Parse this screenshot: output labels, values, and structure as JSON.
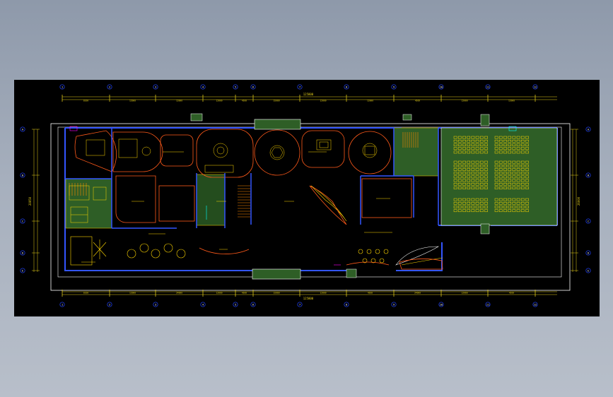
{
  "drawing": {
    "background": "#000000",
    "colors": {
      "wall": "#3355ff",
      "outline": "#ffffff",
      "furniture": "#ffd700",
      "room_outline": "#ff5a1a",
      "dimension": "#e8d21a",
      "grid_bubble": "#2244ff",
      "green_fill": "#2e5e26",
      "green_fill_dark": "#244d1e",
      "stair": "#ff8800",
      "accent_cyan": "#00ffff",
      "accent_magenta": "#ff00ff"
    },
    "dimension_totals": {
      "top": "125800",
      "bottom": "125800"
    },
    "side_dims": {
      "left": "20050",
      "right": "26000"
    },
    "top_segment_labels": [
      "8100",
      "12000",
      "12000",
      "12000",
      "4500",
      "15000",
      "12000",
      "12000",
      "4500",
      "12000",
      "12000",
      "4500"
    ],
    "bottom_segment_labels": [
      "8100",
      "12000",
      "24000",
      "12000",
      "4500",
      "15000",
      "12000",
      "4500",
      "24000",
      "12000",
      "4500"
    ],
    "grid_axes_top": [
      "1",
      "2",
      "3",
      "4",
      "5",
      "6",
      "7",
      "8",
      "9",
      "10",
      "11",
      "12"
    ],
    "grid_axes_side": [
      "A",
      "B",
      "C",
      "D",
      "E"
    ]
  }
}
